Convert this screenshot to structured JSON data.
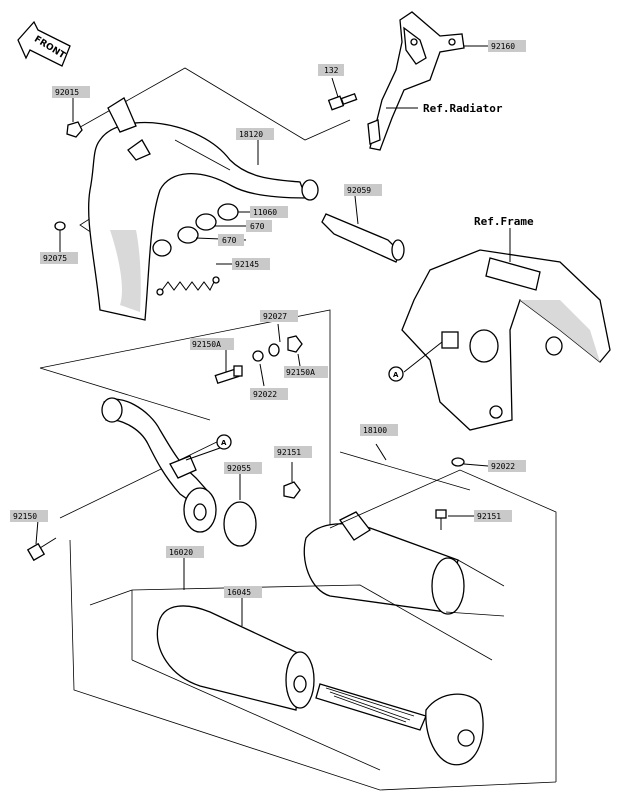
{
  "front_label": "FRONT",
  "refs": {
    "radiator": "Ref.Radiator",
    "frame": "Ref.Frame"
  },
  "callout_letter": "A",
  "parts": {
    "p92160": "92160",
    "p132": "132",
    "p92015": "92015",
    "p18120": "18120",
    "p92059": "92059",
    "p11060": "11060",
    "p670a": "670",
    "p670b": "670",
    "p92075": "92075",
    "p92145": "92145",
    "p92027": "92027",
    "p92150a": "92150A",
    "p92150a_b": "92150A",
    "p92022a": "92022",
    "p18100": "18100",
    "p92022b": "92022",
    "p92055": "92055",
    "p92151a": "92151",
    "p92151b": "92151",
    "p92150": "92150",
    "p16020": "16020",
    "p16045": "16045"
  }
}
